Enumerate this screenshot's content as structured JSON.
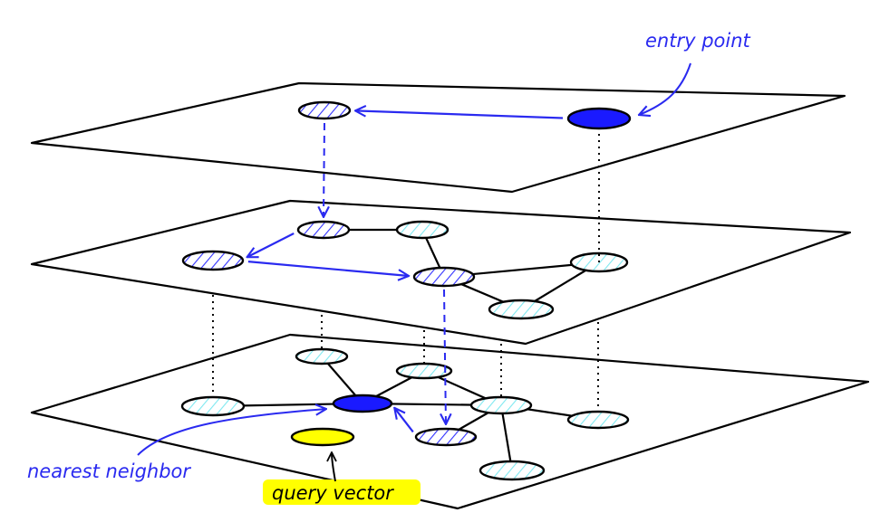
{
  "diagram": {
    "type": "hnsw-layered-graph",
    "colors": {
      "outline": "#000000",
      "path": "#2a2af0",
      "cyan_hatch": "#7ee8f0",
      "blue_fill": "#1a1aff",
      "query_fill": "#ffff00",
      "highlight": "#ffff00"
    },
    "labels": {
      "entry_point": "entry point",
      "nearest_neighbor": "nearest neighbor",
      "query_vector": "query vector"
    },
    "layers": [
      {
        "id": "top",
        "nodes": [
          {
            "id": "t1",
            "style": "visited"
          },
          {
            "id": "t2",
            "style": "entry"
          }
        ],
        "edges": [],
        "search_path": [
          [
            "t2",
            "t1"
          ]
        ]
      },
      {
        "id": "middle",
        "nodes": [
          {
            "id": "m1",
            "style": "visited"
          },
          {
            "id": "m2",
            "style": "unvisited"
          },
          {
            "id": "m3",
            "style": "visited"
          },
          {
            "id": "m4",
            "style": "visited"
          },
          {
            "id": "m5",
            "style": "unvisited"
          },
          {
            "id": "m6",
            "style": "unvisited"
          }
        ],
        "edges": [
          [
            "m1",
            "m2"
          ],
          [
            "m2",
            "m4"
          ],
          [
            "m4",
            "m5"
          ],
          [
            "m4",
            "m6"
          ],
          [
            "m5",
            "m6"
          ]
        ],
        "search_path": [
          [
            "m1",
            "m3"
          ],
          [
            "m3",
            "m4"
          ]
        ]
      },
      {
        "id": "bottom",
        "nodes": [
          {
            "id": "b1",
            "style": "unvisited"
          },
          {
            "id": "b2",
            "style": "unvisited"
          },
          {
            "id": "b3",
            "style": "nearest"
          },
          {
            "id": "b4",
            "style": "unvisited"
          },
          {
            "id": "b5",
            "style": "unvisited"
          },
          {
            "id": "b6",
            "style": "visited"
          },
          {
            "id": "b7",
            "style": "unvisited"
          },
          {
            "id": "b8",
            "style": "unvisited"
          },
          {
            "id": "q",
            "style": "query"
          }
        ],
        "edges": [
          [
            "b1",
            "b3"
          ],
          [
            "b2",
            "b3"
          ],
          [
            "b4",
            "b3"
          ],
          [
            "b3",
            "b5"
          ],
          [
            "b4",
            "b5"
          ],
          [
            "b5",
            "b6"
          ],
          [
            "b5",
            "b7"
          ],
          [
            "b5",
            "b8"
          ]
        ],
        "search_path": [
          [
            "b6",
            "b3"
          ]
        ]
      }
    ],
    "inter_layer_links": [
      {
        "from": "t1",
        "to": "m1",
        "kind": "descend"
      },
      {
        "from": "t2",
        "to": "m5",
        "kind": "link"
      },
      {
        "from": "m3",
        "to": "b1",
        "kind": "link"
      },
      {
        "from": "m1",
        "to": "b2",
        "kind": "link"
      },
      {
        "from": "m4",
        "to": "b6",
        "kind": "descend"
      },
      {
        "from": "m4",
        "to": "b4",
        "kind": "link"
      },
      {
        "from": "m6",
        "to": "b5",
        "kind": "link"
      },
      {
        "from": "m5",
        "to": "b7",
        "kind": "link"
      }
    ]
  }
}
